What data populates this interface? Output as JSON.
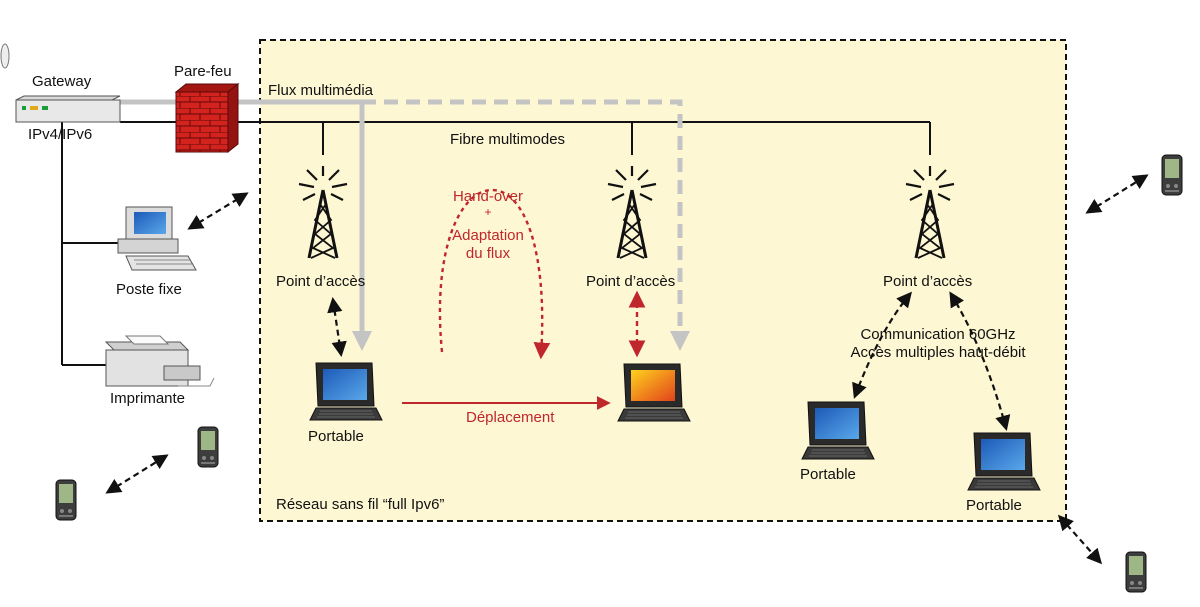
{
  "labels": {
    "gateway": "Gateway",
    "gateway_proto": "IPv4/IPv6",
    "firewall": "Pare-feu",
    "flux": "Flux multimédia",
    "fibre": "Fibre multimodes",
    "ap1": "Point d’accès",
    "ap2": "Point d’accès",
    "ap3": "Point d’accès",
    "poste_fixe": "Poste fixe",
    "imprimante": "Imprimante",
    "handover_line1": "Hand-over",
    "handover_plus": "+",
    "handover_line2": "Adaptation",
    "handover_line3": "du flux",
    "portable1": "Portable",
    "portable3": "Portable",
    "portable4": "Portable",
    "deplacement": "Déplacement",
    "comm_line1": "Communication 60GHz",
    "comm_line2": "Accès multiples haut-débit",
    "reseau": "Réseau sans fil “full Ipv6”"
  },
  "colors": {
    "zone_fill": "#fdf7d3",
    "accent_red": "#c0272d",
    "flux_gray": "#c4c4c4"
  },
  "icons": [
    "gateway-icon",
    "firewall-icon",
    "antenna-tower-icon",
    "laptop-icon",
    "desktop-computer-icon",
    "printer-icon",
    "pda-icon"
  ]
}
